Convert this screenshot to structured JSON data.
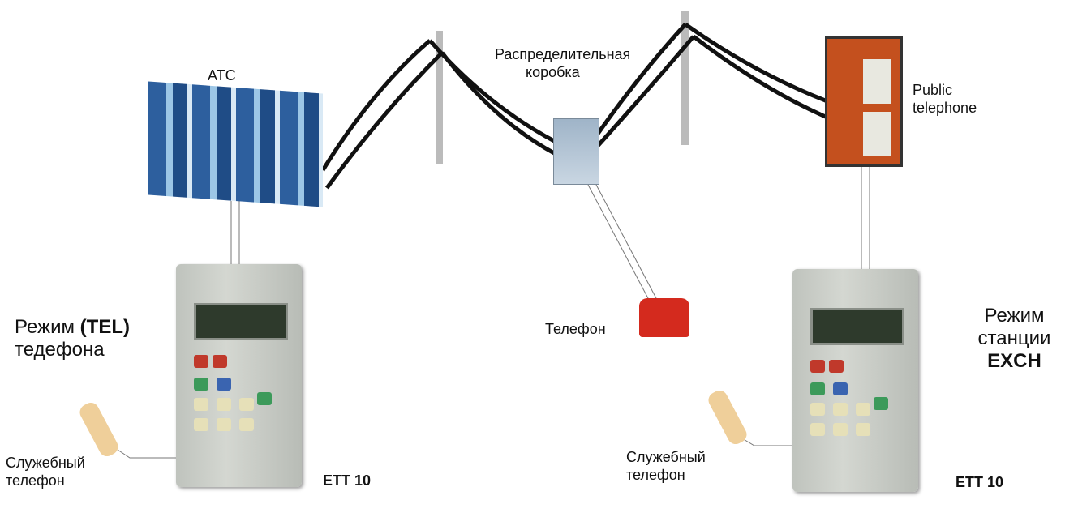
{
  "labels": {
    "atc": "АТС",
    "distribution_box_line1": "Распределительная",
    "distribution_box_line2": "коробка",
    "public_line1": "Public",
    "public_line2": "telephone",
    "tel_mode_word": "Режим",
    "tel_mode_code": "(TEL)",
    "tel_mode_line2": "тедефона",
    "phone": "Телефон",
    "exch_mode_line1": "Режим",
    "exch_mode_word": "станции",
    "exch_mode_code": "EXCH",
    "service_phone_left_1": "Служебный",
    "service_phone_left_2": "телефон",
    "service_phone_right_1": "Служебный",
    "service_phone_right_2": "телефон",
    "ett_left": "ETT 10",
    "ett_right": "ETT 10"
  }
}
